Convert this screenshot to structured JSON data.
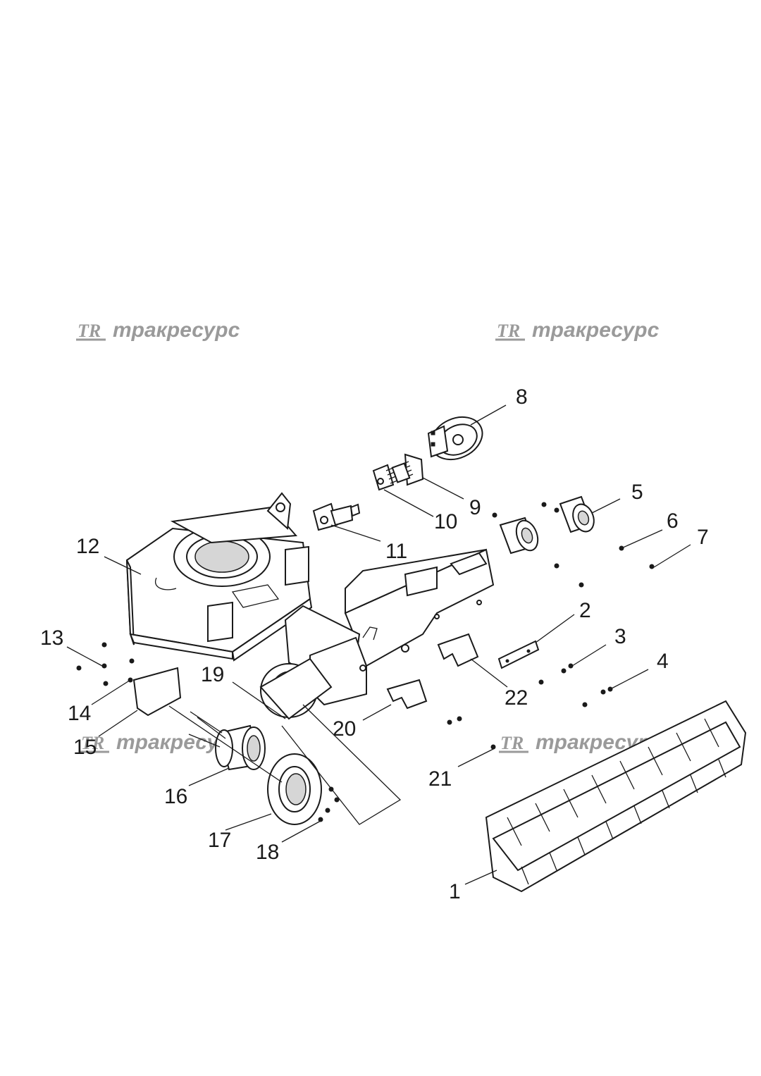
{
  "watermark": {
    "logo": "TR",
    "brand": "тракресурс",
    "color": "#9a9a9a"
  },
  "callouts": {
    "c1": "1",
    "c2": "2",
    "c3": "3",
    "c4": "4",
    "c5": "5",
    "c6": "6",
    "c7": "7",
    "c8": "8",
    "c9": "9",
    "c10": "10",
    "c11": "11",
    "c12": "12",
    "c13": "13",
    "c14": "14",
    "c15": "15",
    "c16": "16",
    "c17": "17",
    "c18": "18",
    "c19": "19",
    "c20": "20",
    "c21": "21",
    "c22": "22"
  }
}
